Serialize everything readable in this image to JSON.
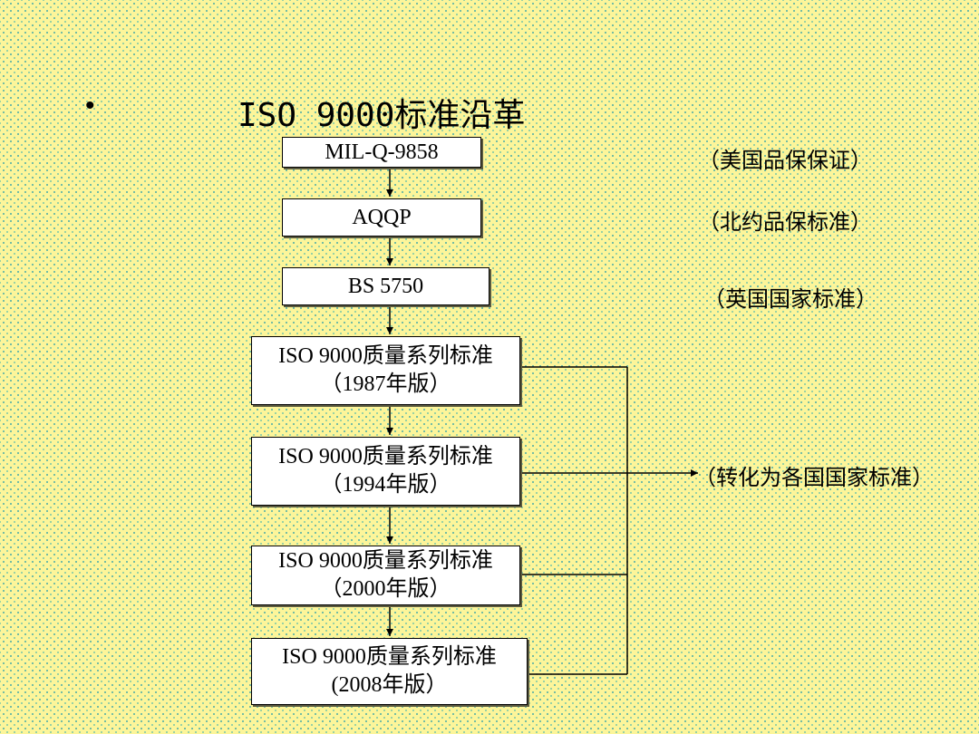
{
  "title": {
    "bullet": "•",
    "text": "ISO 9000标准沿革"
  },
  "boxes": [
    {
      "line1": "MIL-Q-9858",
      "line2": ""
    },
    {
      "line1": "AQQP",
      "line2": ""
    },
    {
      "line1": "BS  5750",
      "line2": ""
    },
    {
      "line1": "ISO 9000质量系列标准",
      "line2": "（1987年版）"
    },
    {
      "line1": "ISO 9000质量系列标准",
      "line2": "（1994年版）"
    },
    {
      "line1": "ISO 9000质量系列标准",
      "line2": "（2000年版）"
    },
    {
      "line1": "ISO 9000质量系列标准",
      "line2": "(2008年版）"
    }
  ],
  "notes": {
    "mil": "（美国品保保证）",
    "aqqp": "（北约品保标准）",
    "bs": "（英国国家标准）",
    "convert": "（转化为各国国家标准）"
  }
}
